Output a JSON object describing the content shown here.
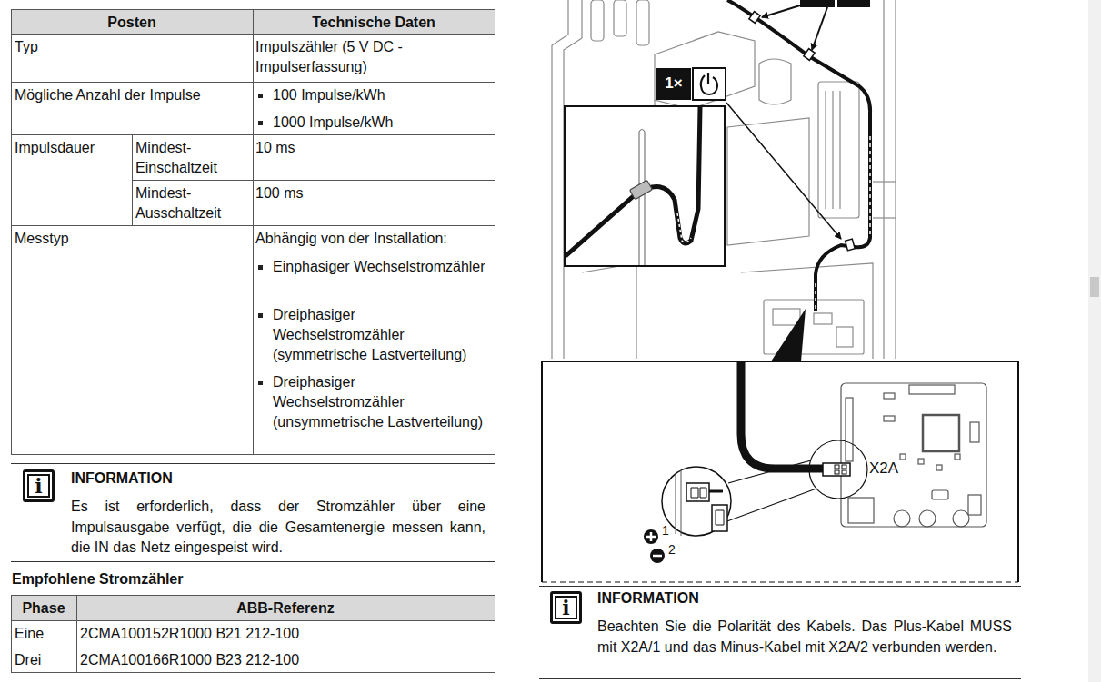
{
  "diagram": {
    "nodes": [
      {
        "text": [
          "INFORMATION",
          "Es ist erforderlich, dass der Stromzähler über eine Impulsausgabe verfügt, die die Gesamtenergie messen kann, die IN das Netz eingespeist wird."
        ]
      },
      {
        "text": [
          "i"
        ],
        "in": 0
      },
      {
        "text": [
          "1×"
        ]
      },
      {
        "text": [
          "INFORMATION",
          "Beachten Sie die Polarität des Kabels. Das Plus-Kabel MUSS mit X2A/1 und das Minus-Kabel mit X2A/2 verbunden werden."
        ]
      },
      {
        "text": [
          "i"
        ],
        "in": 3
      }
    ],
    "labels": [
      "Posten",
      "Technische Daten",
      "Typ",
      "Impulszähler (5 V DC - Impulserfassung)",
      "Mögliche Anzahl der Impulse",
      "100 Impulse/kWh",
      "1000 Impulse/kWh",
      "Impulsdauer",
      "Mindest- Einschaltzeit",
      "10 ms",
      "Mindest- Ausschaltzeit",
      "100 ms",
      "Messtyp",
      "Abhängig von der Installation:",
      "Einphasiger Wechselstromzähler",
      "Dreiphasiger Wechselstromzähler (symmetrische Lastverteilung)",
      "Dreiphasiger Wechselstromzähler (unsymmetrische Lastverteilung)",
      "Empfohlene Stromzähler",
      "Phase",
      "ABB-Referenz",
      "Eine",
      "2CMA100152R1000 B21 212-100",
      "Drei",
      "2CMA100166R1000 B23 212-100",
      "X2A",
      "1",
      "2"
    ]
  }
}
